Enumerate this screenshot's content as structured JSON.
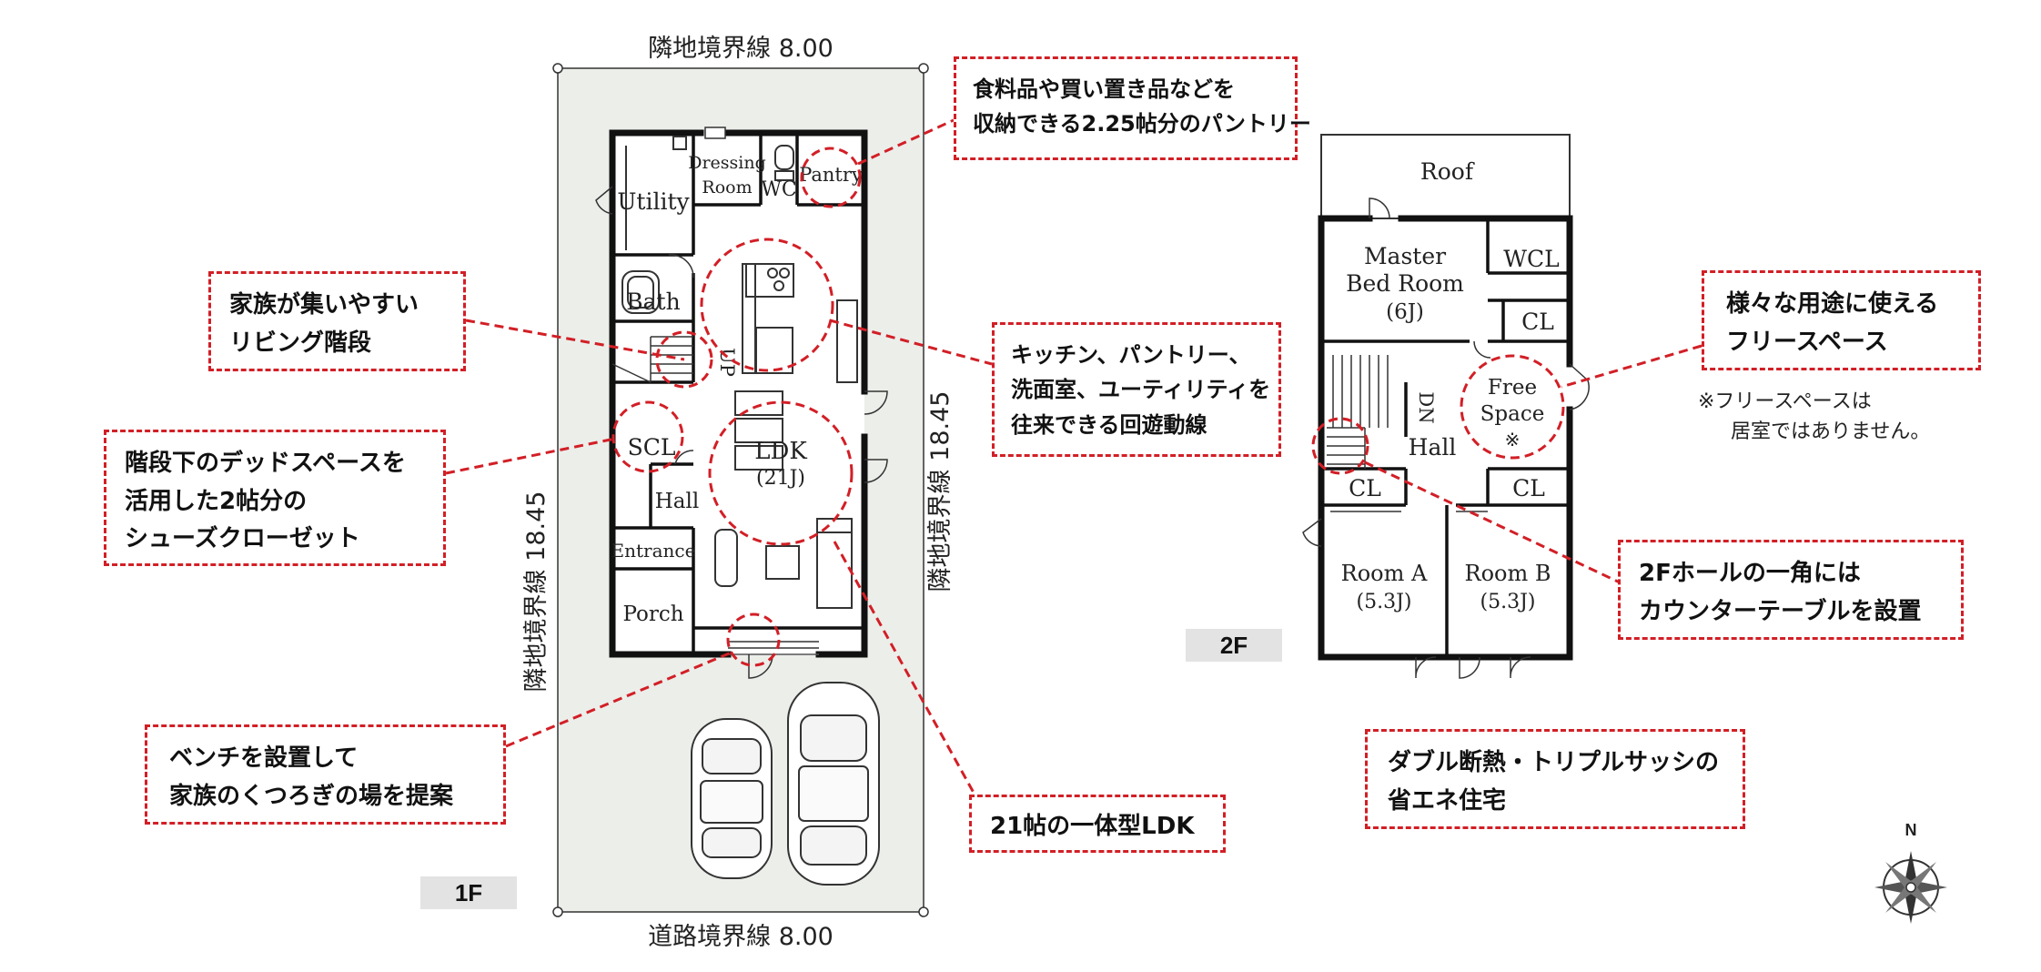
{
  "floor1": {
    "tag": "1F",
    "boundary_top": "隣地境界線 8.00",
    "boundary_bottom": "道路境界線 8.00",
    "boundary_left": "隣地境界線 18.45",
    "boundary_right": "隣地境界線 18.45",
    "rooms": {
      "utility": "Utility",
      "dressing_1": "Dressing",
      "dressing_2": "Room",
      "wc": "WC",
      "pantry": "Pantry",
      "bath": "Bath",
      "up": "UP",
      "scl": "SCL",
      "ldk": "LDK",
      "ldk_size": "(21J)",
      "hall": "Hall",
      "entrance": "Entrance",
      "porch": "Porch"
    }
  },
  "floor2": {
    "tag": "2F",
    "rooms": {
      "roof": "Roof",
      "master_1": "Master",
      "master_2": "Bed Room",
      "master_size": "(6J)",
      "wcl": "WCL",
      "cl_top": "CL",
      "dn": "DN",
      "free_1": "Free",
      "free_2": "Space",
      "free_mark": "※",
      "hall": "Hall",
      "cl_left": "CL",
      "cl_right": "CL",
      "room_a": "Room A",
      "room_a_size": "(5.3J)",
      "room_b": "Room B",
      "room_b_size": "(5.3J)"
    }
  },
  "callouts": {
    "pantry": [
      "食料品や買い置き品などを",
      "収納できる2.25帖分のパントリー"
    ],
    "stairs": [
      "家族が集いやすい",
      "リビング階段"
    ],
    "circulation": [
      "キッチン、パントリー、",
      "洗面室、ユーティリティを",
      "往来できる回遊動線"
    ],
    "shoes_closet": [
      "階段下のデッドスペースを",
      "活用した2帖分の",
      "シューズクローゼット"
    ],
    "bench": [
      "ベンチを設置して",
      "家族のくつろぎの場を提案"
    ],
    "ldk": [
      "21帖の一体型LDK"
    ],
    "free_space": [
      "様々な用途に使える",
      "フリースペース"
    ],
    "counter": [
      "2Fホールの一角には",
      "カウンターテーブルを設置"
    ],
    "insulation": [
      "ダブル断熱・トリプルサッシの",
      "省エネ住宅"
    ]
  },
  "notes": {
    "free_space": [
      "※フリースペースは",
      "居室ではありません。"
    ]
  },
  "compass": {
    "north": "N"
  },
  "colors": {
    "callout_border": "#d21f26",
    "lot_fill": "#eceeea",
    "wall": "#111111",
    "tag_bg": "#e3e3e3"
  }
}
